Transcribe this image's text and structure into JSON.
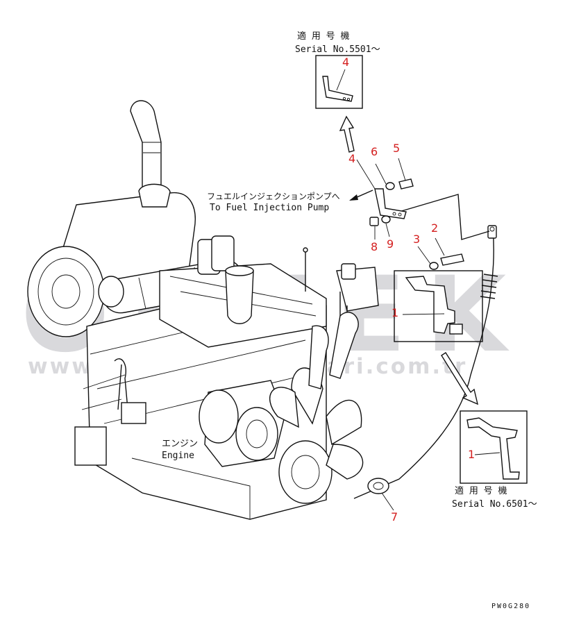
{
  "watermark": {
    "brand": "ÖRNEK",
    "url": "www.ornekisimakinalari.com.tr"
  },
  "labels": {
    "serial_top_jp": "適 用 号 機",
    "serial_top_en": "Serial No.5501～",
    "fuel_pump_jp": "フュエルインジェクションポンプへ",
    "fuel_pump_en": "To Fuel Injection Pump",
    "engine_jp": "エンジン",
    "engine_en": "Engine",
    "serial_bottom_jp": "適 用 号 機",
    "serial_bottom_en": "Serial No.6501～",
    "drawing_code": "PW0G280"
  },
  "callouts": {
    "c4_inset": "4",
    "c4": "4",
    "c6": "6",
    "c5": "5",
    "c2": "2",
    "c3": "3",
    "c8": "8",
    "c9": "9",
    "c1": "1",
    "c1_inset": "1",
    "c7": "7"
  }
}
